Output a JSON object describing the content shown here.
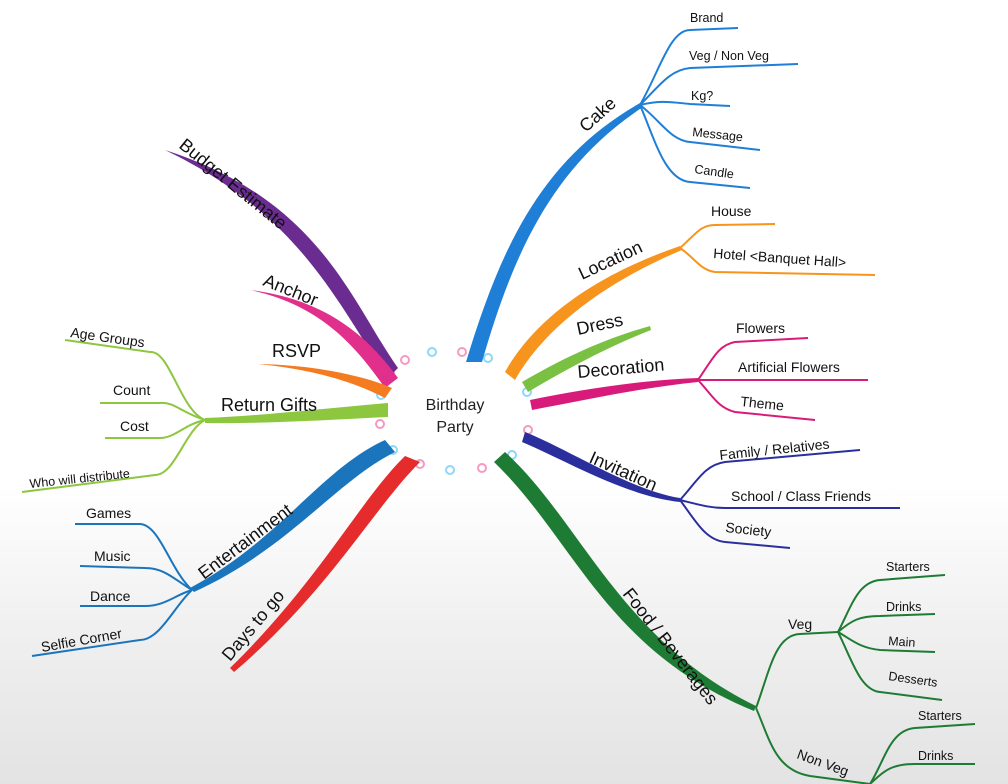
{
  "center": {
    "line1": "Birthday",
    "line2": "Party"
  },
  "branches": {
    "budget": {
      "label": "Budget Estimate",
      "color": "#6b2c91"
    },
    "anchor": {
      "label": "Anchor",
      "color": "#e0308c"
    },
    "rsvp": {
      "label": "RSVP",
      "color": "#f47b20"
    },
    "return_gifts": {
      "label": "Return Gifts",
      "color": "#8dc63f",
      "items": [
        "Age Groups",
        "Count",
        "Cost",
        "Who will distribute"
      ]
    },
    "entertainment": {
      "label": "Entertainment",
      "color": "#1b75bc",
      "items": [
        "Games",
        "Music",
        "Dance",
        "Selfie Corner"
      ]
    },
    "days_to_go": {
      "label": "Days to go",
      "color": "#e52b2b"
    },
    "cake": {
      "label": "Cake",
      "color": "#1f7ed6",
      "items": [
        "Brand",
        "Veg / Non Veg",
        "Kg?",
        "Message",
        "Candle"
      ]
    },
    "location": {
      "label": "Location",
      "color": "#f7941d",
      "items": [
        "House",
        "Hotel <Banquet Hall>"
      ]
    },
    "dress": {
      "label": "Dress",
      "color": "#7ac143"
    },
    "decoration": {
      "label": "Decoration",
      "color": "#d81b7a",
      "items": [
        "Flowers",
        "Artificial Flowers",
        "Theme"
      ]
    },
    "invitation": {
      "label": "Invitation",
      "color": "#2b2f9e",
      "items": [
        "Family / Relatives",
        "School / Class Friends",
        "Society"
      ]
    },
    "food": {
      "label": "Food / Beverages",
      "color": "#1e7b34",
      "veg": {
        "label": "Veg",
        "items": [
          "Starters",
          "Drinks",
          "Main",
          "Desserts"
        ]
      },
      "nonveg": {
        "label": "Non Veg",
        "items": [
          "Starters",
          "Drinks"
        ]
      }
    }
  }
}
